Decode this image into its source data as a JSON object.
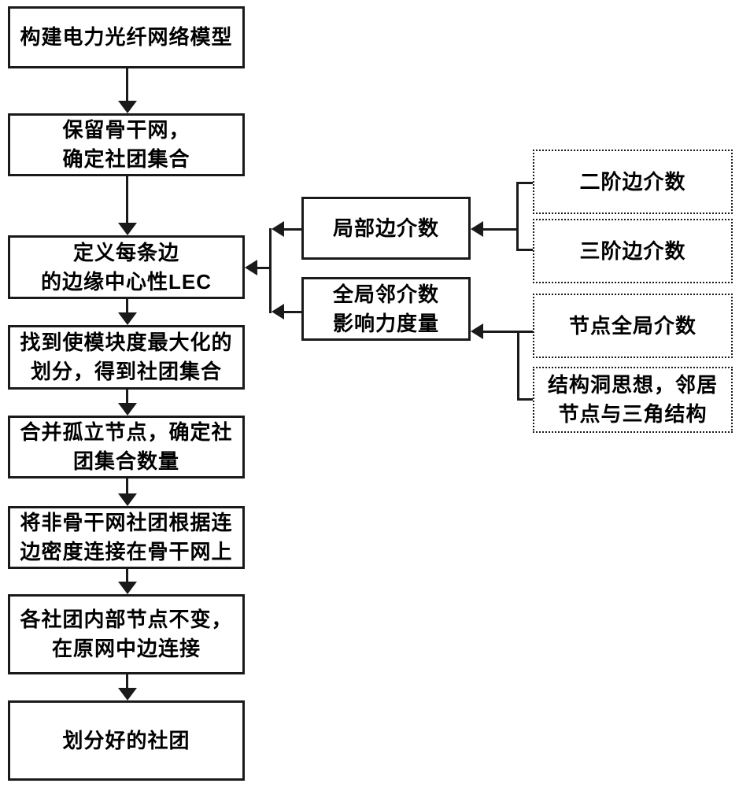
{
  "diagram": {
    "background_color": "#ffffff",
    "line_color": "#1a1a1a",
    "box_fill_color": "#ffffff",
    "main_flow": [
      {
        "id": "build-model",
        "label": "构建电力光纤网络模型"
      },
      {
        "id": "keep-backbone",
        "label": "保留骨干网，\n确定社团集合"
      },
      {
        "id": "define-lec",
        "label": "定义每条边\n的边缘中心性LEC"
      },
      {
        "id": "maximize-modularity",
        "label": "找到使模块度最大化的\n划分，得到社团集合"
      },
      {
        "id": "merge-isolated-nodes",
        "label": "合并孤立节点，确定社\n团集合数量"
      },
      {
        "id": "connect-non-backbone",
        "label": "将非骨干网社团根据连\n边密度连接在骨干网上"
      },
      {
        "id": "keep-internal-nodes",
        "label": "各社团内部节点不变，\n在原网中边连接"
      },
      {
        "id": "final-communities",
        "label": "划分好的社团"
      }
    ],
    "metric_boxes": [
      {
        "id": "local-edge-betweenness",
        "label": "局部边介数"
      },
      {
        "id": "global-neighbor-influence",
        "label": "全局邻介数\n影响力度量"
      }
    ],
    "input_boxes": [
      {
        "id": "second-order-edge-betweenness",
        "label": "二阶边介数"
      },
      {
        "id": "third-order-edge-betweenness",
        "label": "三阶边介数"
      },
      {
        "id": "node-global-betweenness",
        "label": "节点全局介数"
      },
      {
        "id": "structural-hole",
        "label": "结构洞思想，邻居\n节点与三角结构"
      }
    ],
    "connections": [
      {
        "from": "build-model",
        "to": "keep-backbone"
      },
      {
        "from": "keep-backbone",
        "to": "define-lec"
      },
      {
        "from": "define-lec",
        "to": "maximize-modularity"
      },
      {
        "from": "maximize-modularity",
        "to": "merge-isolated-nodes"
      },
      {
        "from": "merge-isolated-nodes",
        "to": "connect-non-backbone"
      },
      {
        "from": "connect-non-backbone",
        "to": "keep-internal-nodes"
      },
      {
        "from": "keep-internal-nodes",
        "to": "final-communities"
      },
      {
        "from": "local-edge-betweenness",
        "to": "define-lec"
      },
      {
        "from": "global-neighbor-influence",
        "to": "define-lec"
      },
      {
        "from": "second-order-edge-betweenness",
        "to": "local-edge-betweenness"
      },
      {
        "from": "third-order-edge-betweenness",
        "to": "local-edge-betweenness"
      },
      {
        "from": "node-global-betweenness",
        "to": "global-neighbor-influence"
      },
      {
        "from": "structural-hole",
        "to": "global-neighbor-influence"
      }
    ]
  }
}
